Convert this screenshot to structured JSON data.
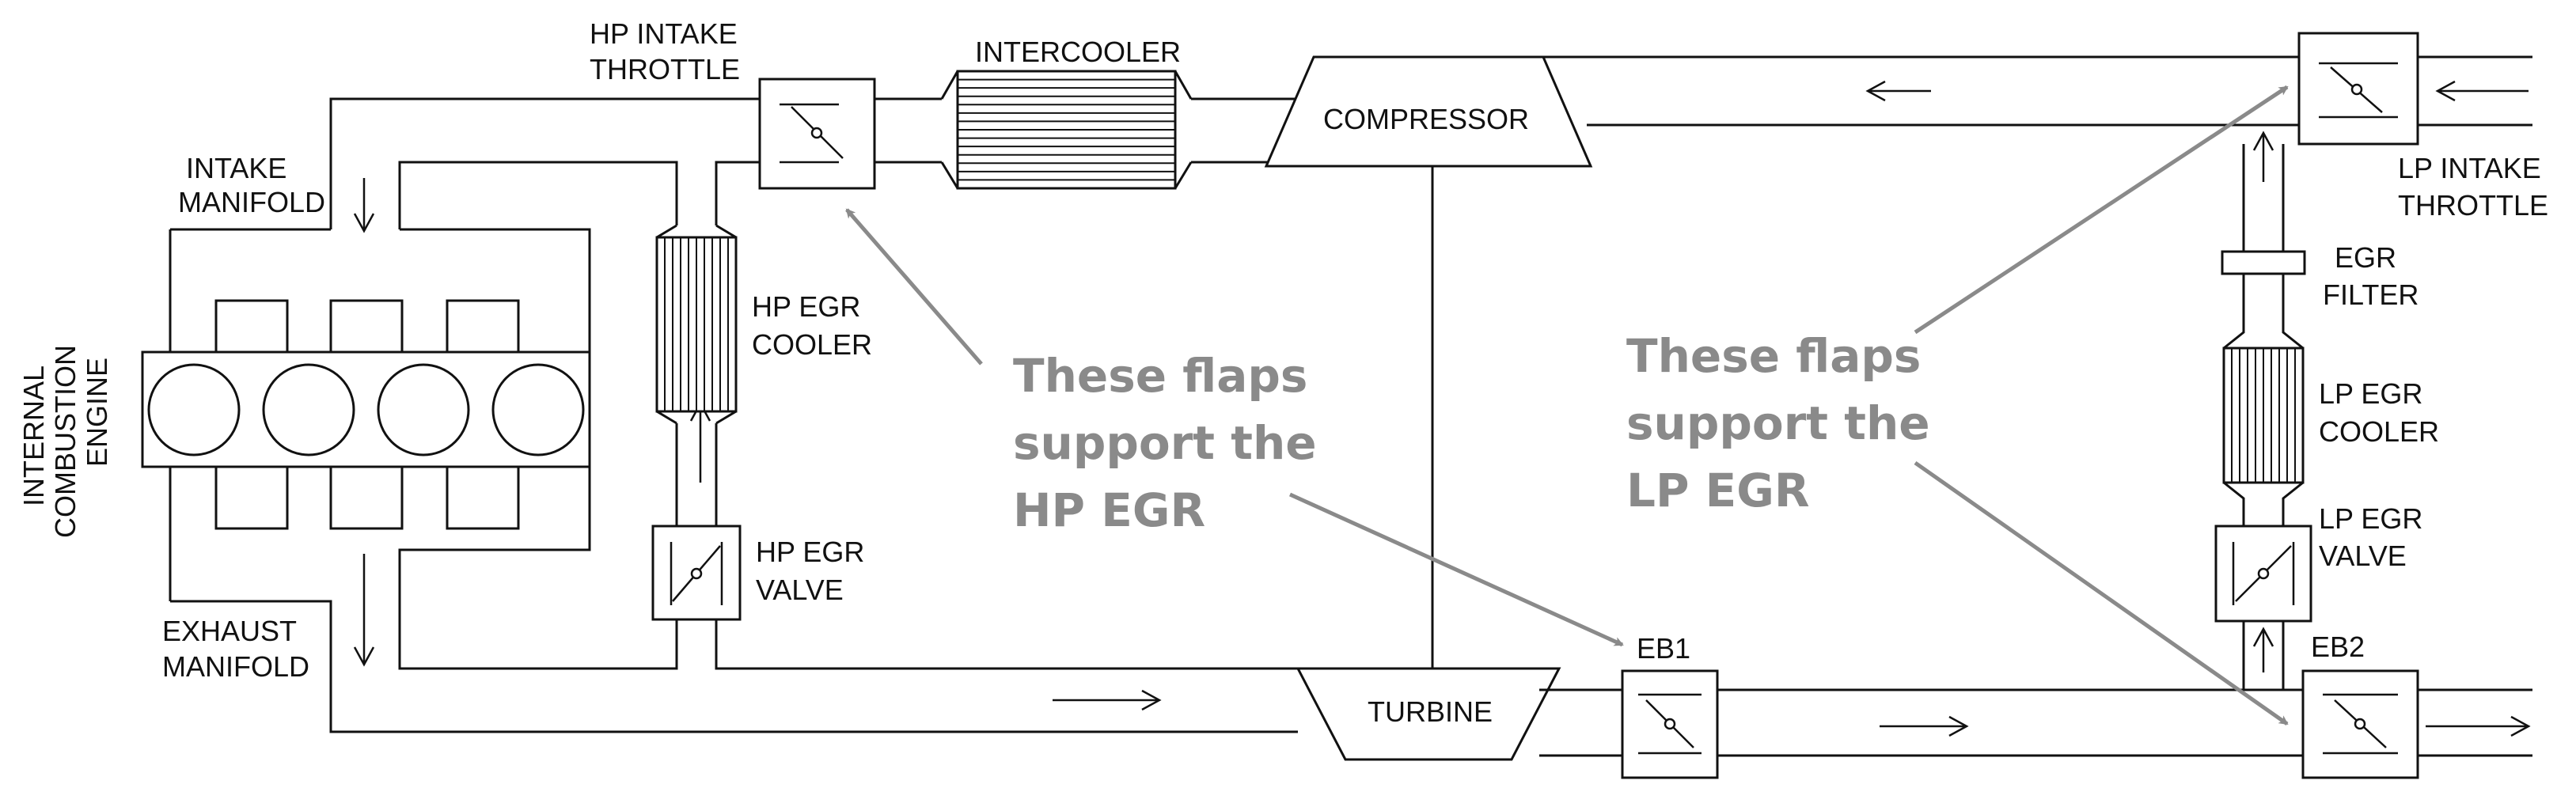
{
  "labels": {
    "hp_intake_throttle": [
      "HP INTAKE",
      "THROTTLE"
    ],
    "intercooler": "INTERCOOLER",
    "compressor": "COMPRESSOR",
    "intake_manifold": [
      "INTAKE",
      "MANIFOLD"
    ],
    "engine": [
      "INTERNAL",
      "COMBUSTION",
      "ENGINE"
    ],
    "hp_egr_cooler": [
      "HP EGR",
      "COOLER"
    ],
    "hp_egr_valve": [
      "HP EGR",
      "VALVE"
    ],
    "exhaust_manifold": [
      "EXHAUST",
      "MANIFOLD"
    ],
    "turbine": "TURBINE",
    "eb1": "EB1",
    "eb2": "EB2",
    "lp_intake_throttle": [
      "LP INTAKE",
      "THROTTLE"
    ],
    "egr_filter": [
      "EGR",
      "FILTER"
    ],
    "lp_egr_cooler": [
      "LP EGR",
      "COOLER"
    ],
    "lp_egr_valve": [
      "LP EGR",
      "VALVE"
    ]
  },
  "annotations": {
    "hp_note": [
      "These flaps",
      "support the",
      "HP EGR"
    ],
    "lp_note": [
      "These flaps",
      "support the",
      "LP EGR"
    ]
  },
  "colors": {
    "line": "#111111",
    "annotation": "#8a8a8a"
  }
}
